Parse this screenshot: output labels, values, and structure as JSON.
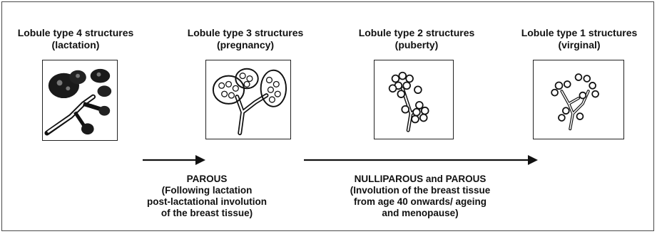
{
  "stages": [
    {
      "title": "Lobule type 4 structures",
      "subtitle": "(lactation)",
      "icon": "lobule-type-4-icon"
    },
    {
      "title": "Lobule type 3 structures",
      "subtitle": "(pregnancy)",
      "icon": "lobule-type-3-icon"
    },
    {
      "title": "Lobule type 2 structures",
      "subtitle": "(puberty)",
      "icon": "lobule-type-2-icon"
    },
    {
      "title": "Lobule type 1 structures",
      "subtitle": "(virginal)",
      "icon": "lobule-type-1-icon"
    }
  ],
  "notes": {
    "parous": {
      "heading": "PAROUS",
      "lines": [
        "(Following lactation",
        "post-lactational involution",
        "of the breast tissue)"
      ]
    },
    "nulliparous": {
      "heading": "NULLIPAROUS and PAROUS",
      "lines": [
        "(Involution of the breast tissue",
        "from age 40 onwards/ ageing",
        "and menopause)"
      ]
    }
  },
  "colors": {
    "ink": "#111111",
    "border": "#4a4a4a"
  }
}
